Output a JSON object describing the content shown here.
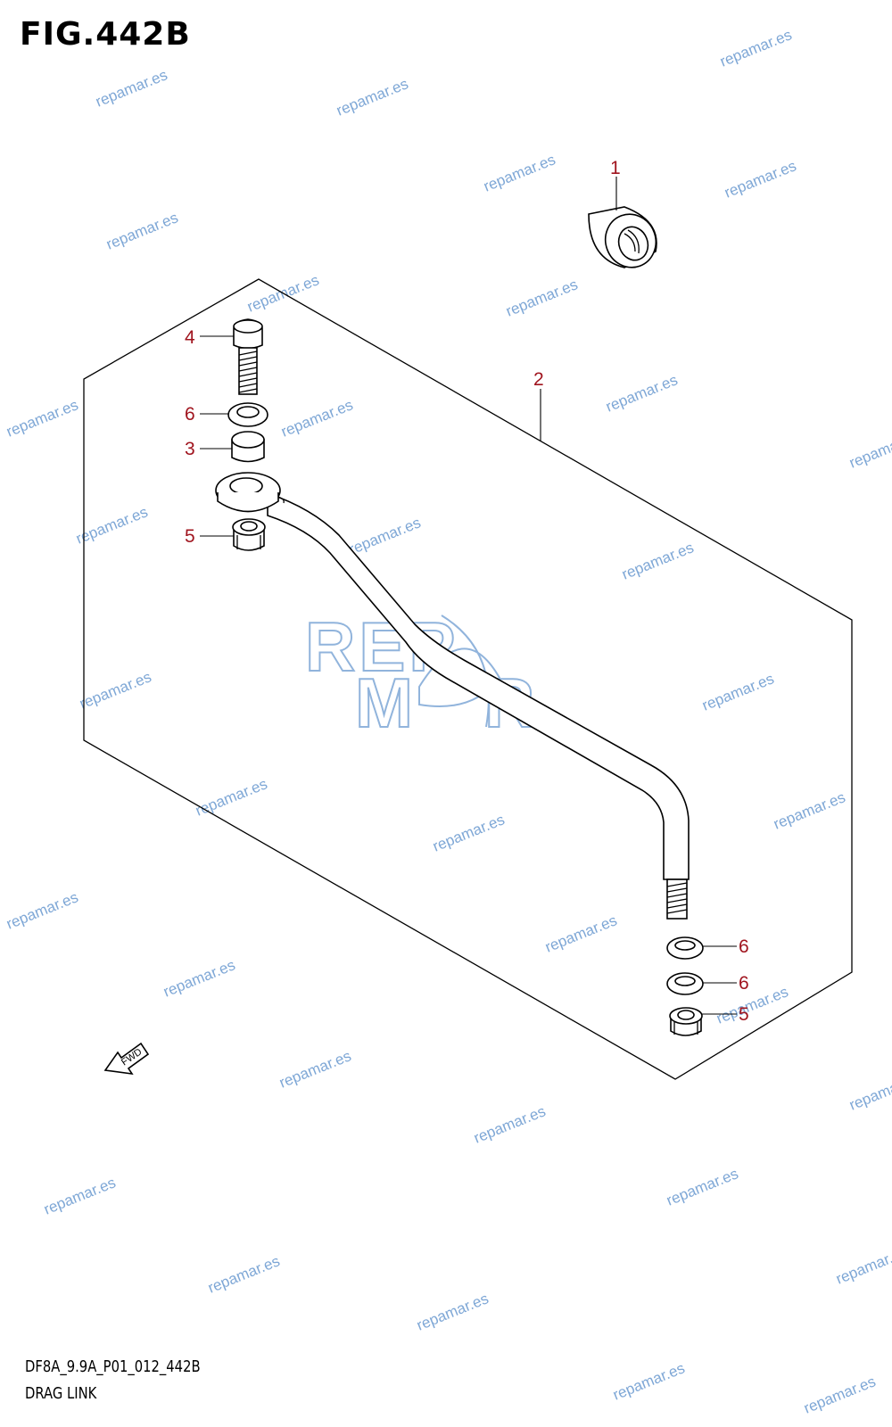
{
  "figure": {
    "title": "FIG.442B",
    "code": "DF8A_9.9A_P01_012_442B",
    "name": "DRAG LINK"
  },
  "callouts": [
    {
      "id": "c1",
      "label": "1"
    },
    {
      "id": "c2",
      "label": "2"
    },
    {
      "id": "c4",
      "label": "4"
    },
    {
      "id": "c6a",
      "label": "6"
    },
    {
      "id": "c3",
      "label": "3"
    },
    {
      "id": "c5a",
      "label": "5"
    },
    {
      "id": "c6b",
      "label": "6"
    },
    {
      "id": "c6c",
      "label": "6"
    },
    {
      "id": "c5b",
      "label": "5"
    }
  ],
  "fwd_label": "FWD",
  "logo_text": "REPMAR",
  "watermark_text": "repamar.es",
  "colors": {
    "callout": "#a0141e",
    "watermark": "#7ea7d6",
    "line": "#000000"
  }
}
